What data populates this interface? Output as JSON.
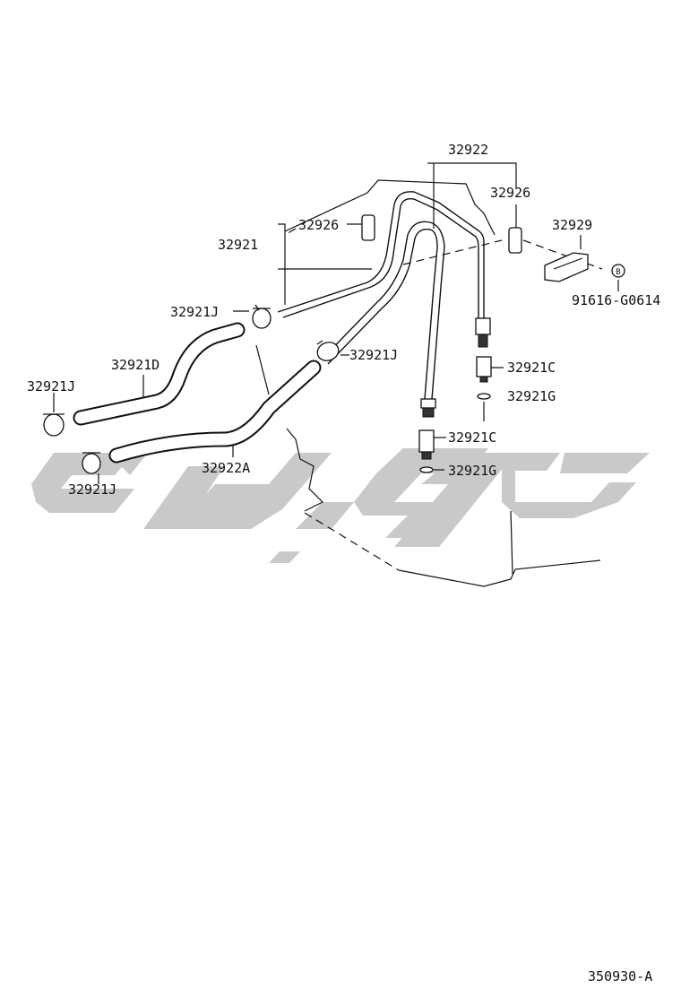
{
  "diagram": {
    "ref_code": "350930-A",
    "watermark_text": "کوپج",
    "labels": {
      "l_32922": "32922",
      "l_32926_r": "32926",
      "l_32926_l": "32926",
      "l_32921": "32921",
      "l_32929": "32929",
      "l_91616": "91616-G0614",
      "l_32921J_a": "32921J",
      "l_32921J_b": "32921J",
      "l_32921D": "32921D",
      "l_32921J_c": "32921J",
      "l_32921C_a": "32921C",
      "l_32921G_a": "32921G",
      "l_32921C_b": "32921C",
      "l_32922A": "32922A",
      "l_32921J_d": "32921J",
      "l_32921G_b": "32921G"
    },
    "bolt_symbol": "B"
  }
}
